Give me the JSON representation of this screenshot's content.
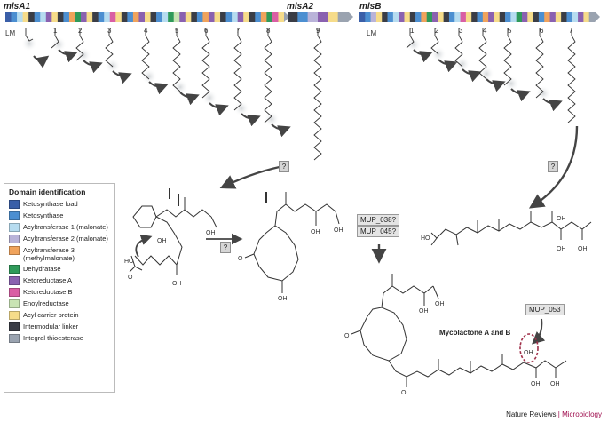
{
  "genes": {
    "mlsA1": "mlsA1",
    "mlsA2": "mlsA2",
    "mlsB": "mlsB"
  },
  "modules_a": [
    "LM",
    "1",
    "2",
    "3",
    "4",
    "5",
    "6",
    "7",
    "8",
    "9"
  ],
  "modules_b": [
    "LM",
    "1",
    "2",
    "3",
    "4",
    "5",
    "6",
    "7"
  ],
  "legend": {
    "title": "Domain identification",
    "items": [
      {
        "label": "Ketosynthase load",
        "color": "#3a5fa8"
      },
      {
        "label": "Ketosynthase",
        "color": "#4c8fd1"
      },
      {
        "label": "Acyltransferase 1 (malonate)",
        "color": "#b6dcf0"
      },
      {
        "label": "Acyltransferase 2 (malonate)",
        "color": "#b9b3d9"
      },
      {
        "label": "Acyltransferase 3 (methylmalonate)",
        "color": "#f0a35c"
      },
      {
        "label": "Dehydratase",
        "color": "#2f9a5a"
      },
      {
        "label": "Ketoreductase A",
        "color": "#8a61b0"
      },
      {
        "label": "Ketoreductase B",
        "color": "#d95ea4"
      },
      {
        "label": "Enoylreductase",
        "color": "#c9e4b4"
      },
      {
        "label": "Acyl carrier protein",
        "color": "#f6dc8a"
      },
      {
        "label": "Intermodular linker",
        "color": "#3a3d46"
      },
      {
        "label": "Integral thioesterase",
        "color": "#9aa3b0"
      }
    ]
  },
  "question_mark": "?",
  "mup_0387": "MUP_038?",
  "mup_0457": "MUP_045?",
  "mup_053": "MUP_053",
  "product_label": "Mycolactone A and B",
  "footer": {
    "journal": "Nature Reviews",
    "sep": "|",
    "section": "Microbiology"
  }
}
